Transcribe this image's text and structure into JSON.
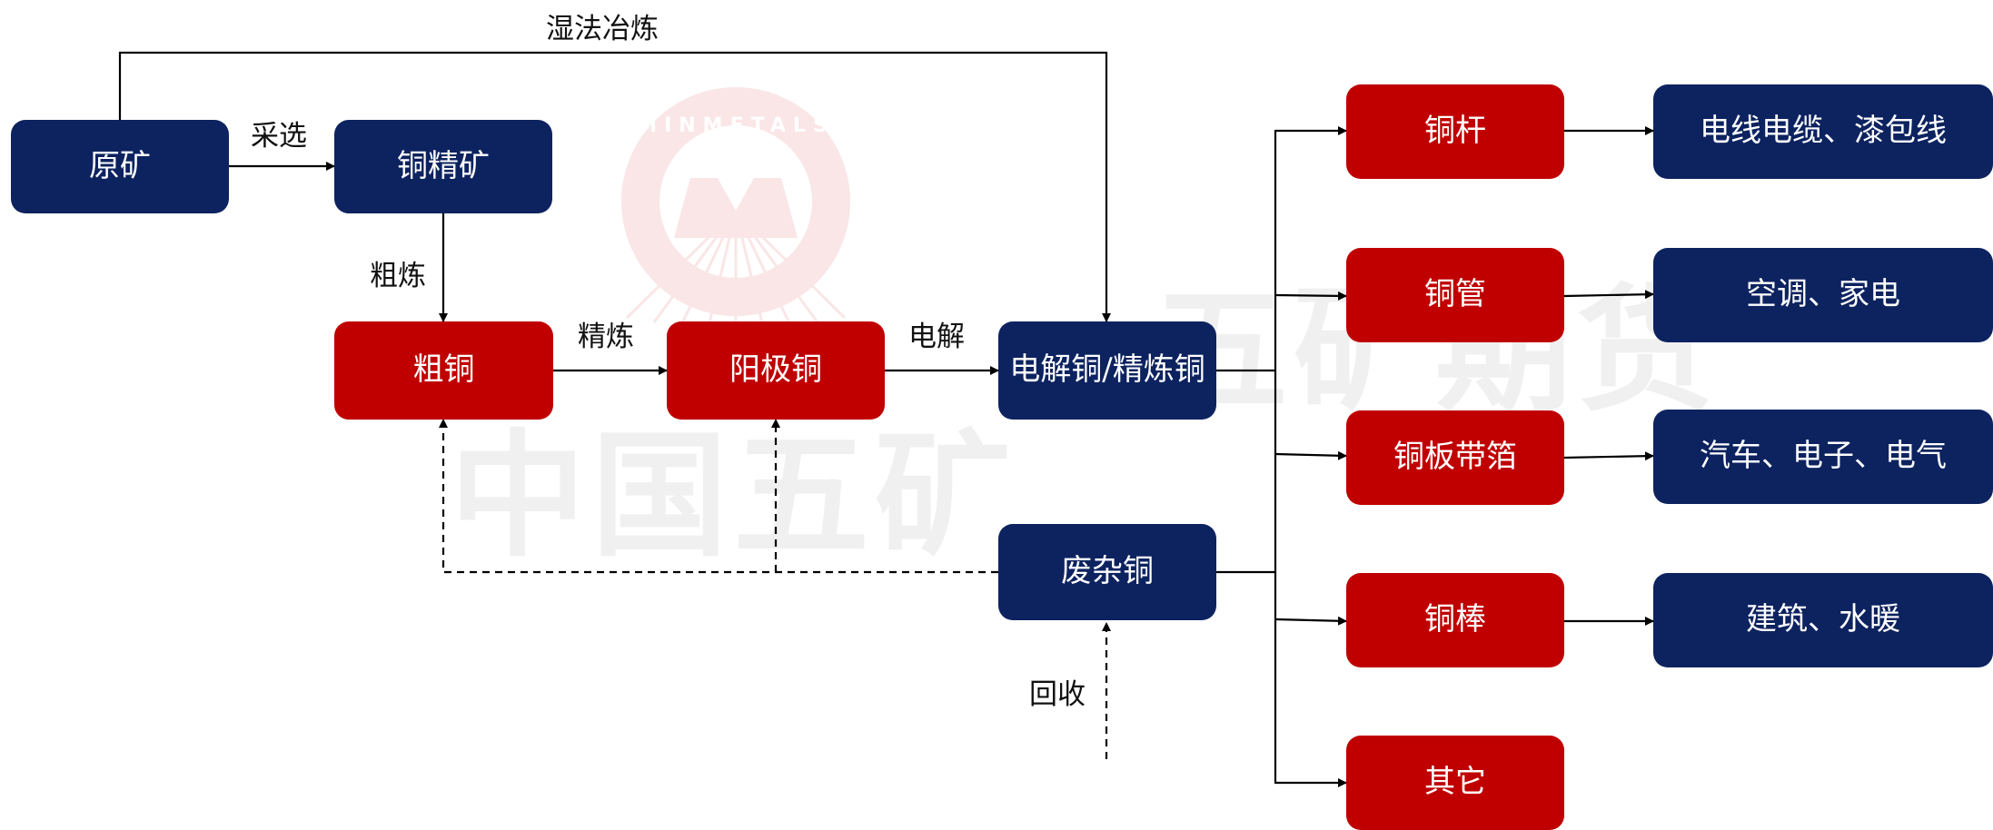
{
  "watermark": {
    "logo_text": "MINMETALS",
    "text_1": "中国五矿",
    "text_2": "五矿期货"
  },
  "nodes": {
    "ore": "原矿",
    "concentrate": "铜精矿",
    "blister": "粗铜",
    "anode": "阳极铜",
    "cathode": "电解铜/精炼铜",
    "scrap": "废杂铜",
    "rod": "铜杆",
    "tube": "铜管",
    "plate": "铜板带箔",
    "bar": "铜棒",
    "other": "其它",
    "use_rod": "电线电缆、漆包线",
    "use_tube": "空调、家电",
    "use_plate": "汽车、电子、电气",
    "use_bar": "建筑、水暖"
  },
  "edge_labels": {
    "hydromet": "湿法冶炼",
    "beneficiation": "采选",
    "rough_smelt": "粗炼",
    "refine": "精炼",
    "electrolysis": "电解",
    "recycle": "回收"
  },
  "colors": {
    "navy": "#0d2360",
    "red": "#c00000",
    "line": "#000000"
  }
}
